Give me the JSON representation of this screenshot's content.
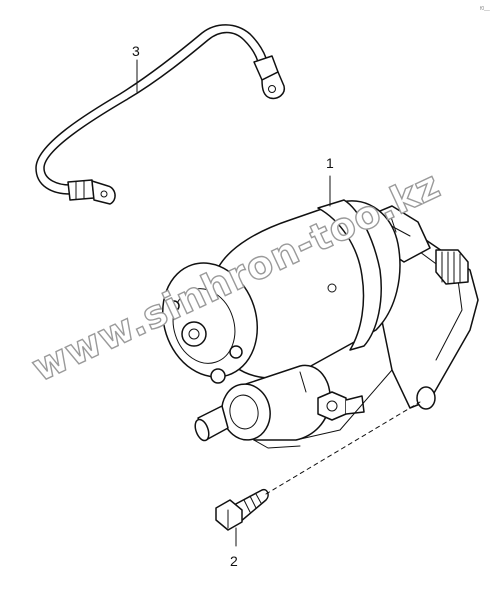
{
  "callouts": [
    {
      "id": "1",
      "label": "1"
    },
    {
      "id": "2",
      "label": "2"
    },
    {
      "id": "3",
      "label": "3"
    }
  ],
  "watermark": {
    "text": "www.sinhron-too.kz"
  },
  "corner_mark": {
    "text": "f0__"
  },
  "colors": {
    "line": "#111111",
    "watermark_outline": "#9a9a9a",
    "background": "#ffffff"
  }
}
